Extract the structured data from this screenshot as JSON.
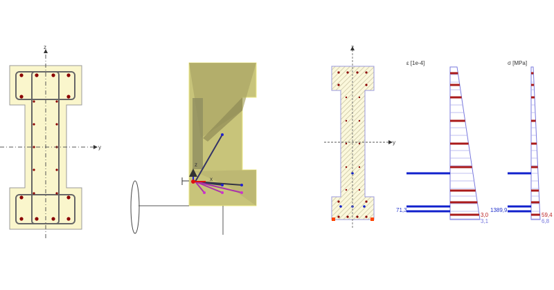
{
  "axes": {
    "z": "z",
    "y": "y",
    "x": "x"
  },
  "strain": {
    "title": "ε [1e-4]",
    "left_value": "71,3",
    "right_value_1": "3,0",
    "right_value_2": "3,1"
  },
  "stress": {
    "title": "σ [MPa]",
    "left_value": "1389,9",
    "right_value_1": "59,4",
    "right_value_2": "6,8"
  },
  "colors": {
    "concrete": "#faf6cc",
    "rebar": "#8b0000",
    "stirrup": "#666666",
    "diagram_outline": "#7777dd",
    "tension_bar": "#1020cc",
    "compression_bar": "#aa1a1a",
    "solid": "#c8c47a"
  }
}
